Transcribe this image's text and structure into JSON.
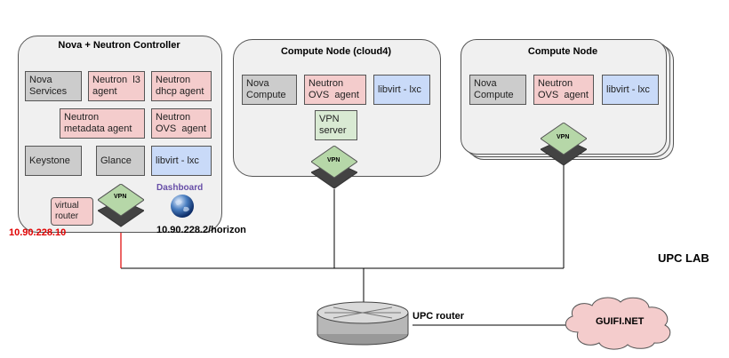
{
  "controller": {
    "title": "Nova + Neutron Controller",
    "boxes": {
      "nova_services": "Nova\nServices",
      "neutron_l3": "Neutron  l3\nagent",
      "neutron_dhcp": "Neutron\ndhcp agent",
      "neutron_metadata": "Neutron\nmetadata agent",
      "neutron_ovs": "Neutron\nOVS  agent",
      "keystone": "Keystone",
      "glance": "Glance",
      "libvirt": "libvirt - lxc",
      "virtual_router": "virtual\nrouter"
    },
    "vpn": "VPN",
    "dashboard": "Dashboard",
    "ip": "10.90.228.10",
    "horizon_url": "10.90.228.2/horizon"
  },
  "compute1": {
    "title": "Compute Node (cloud4)",
    "boxes": {
      "nova": "Nova\nCompute",
      "neutron_ovs": "Neutron\nOVS  agent",
      "libvirt": "libvirt - lxc",
      "vpn_server": "VPN\nserver"
    },
    "vpn": "VPN"
  },
  "compute2": {
    "title": "Compute Node",
    "boxes": {
      "nova": "Nova\nCompute",
      "neutron_ovs": "Neutron\nOVS  agent",
      "libvirt": "libvirt - lxc"
    },
    "vpn": "VPN"
  },
  "network": {
    "upc_lab": "UPC LAB",
    "upc_router": "UPC  router",
    "guifi": "GUIFI.NET"
  },
  "colors": {
    "gray": "#cccccc",
    "pink": "#f4cccc",
    "blue": "#c9daf8",
    "green": "#d9ead3",
    "vpn_top": "#b6d7a8",
    "vpn_bottom": "#434343",
    "cloud": "#f4cccc",
    "ip_red": "#e00000",
    "dashboard_purple": "#674ea7"
  }
}
